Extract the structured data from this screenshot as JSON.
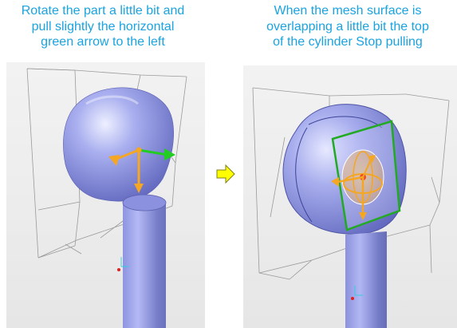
{
  "left_panel": {
    "caption_lines": [
      "Rotate the part a little bit and",
      "pull slightly the horizontal",
      "green arrow to the left"
    ]
  },
  "right_panel": {
    "caption_lines": [
      "When the mesh surface is",
      "overlapping a little bit the top",
      "of the cylinder Stop pulling"
    ]
  },
  "colors": {
    "caption_text": "#1aa3df",
    "mesh_surface": "#8f96e6",
    "handle_orange": "#f5a623",
    "handle_green": "#22cc22",
    "selection_box": "#22aa22",
    "transition_arrow": "#ffff00"
  },
  "icons": {
    "transition": "arrow-right-icon",
    "triad": "axis-triad-icon",
    "manipulator": "drag-handle-icon"
  }
}
